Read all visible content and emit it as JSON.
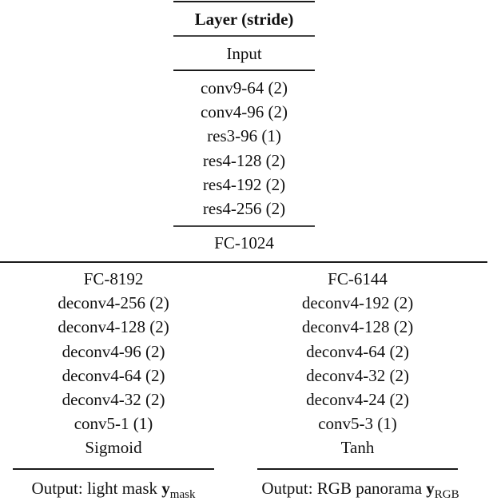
{
  "table": {
    "header": "Layer (stride)",
    "input_label": "Input",
    "encoder_layers": [
      "conv9-64 (2)",
      "conv4-96 (2)",
      "res3-96 (1)",
      "res4-128 (2)",
      "res4-192 (2)",
      "res4-256 (2)"
    ],
    "bottleneck": "FC-1024",
    "mask_branch": {
      "layers": [
        "FC-8192",
        "deconv4-256 (2)",
        "deconv4-128 (2)",
        "deconv4-96 (2)",
        "deconv4-64 (2)",
        "deconv4-32 (2)",
        "conv5-1 (1)",
        "Sigmoid"
      ],
      "output_prefix": "Output: light mask ",
      "output_symbol": "y",
      "output_subscript": "mask"
    },
    "rgb_branch": {
      "layers": [
        "FC-6144",
        "deconv4-192 (2)",
        "deconv4-128 (2)",
        "deconv4-64 (2)",
        "deconv4-32 (2)",
        "deconv4-24 (2)",
        "conv5-3 (1)",
        "Tanh"
      ],
      "output_prefix": "Output: RGB panorama ",
      "output_symbol": "y",
      "output_subscript": "RGB"
    }
  }
}
